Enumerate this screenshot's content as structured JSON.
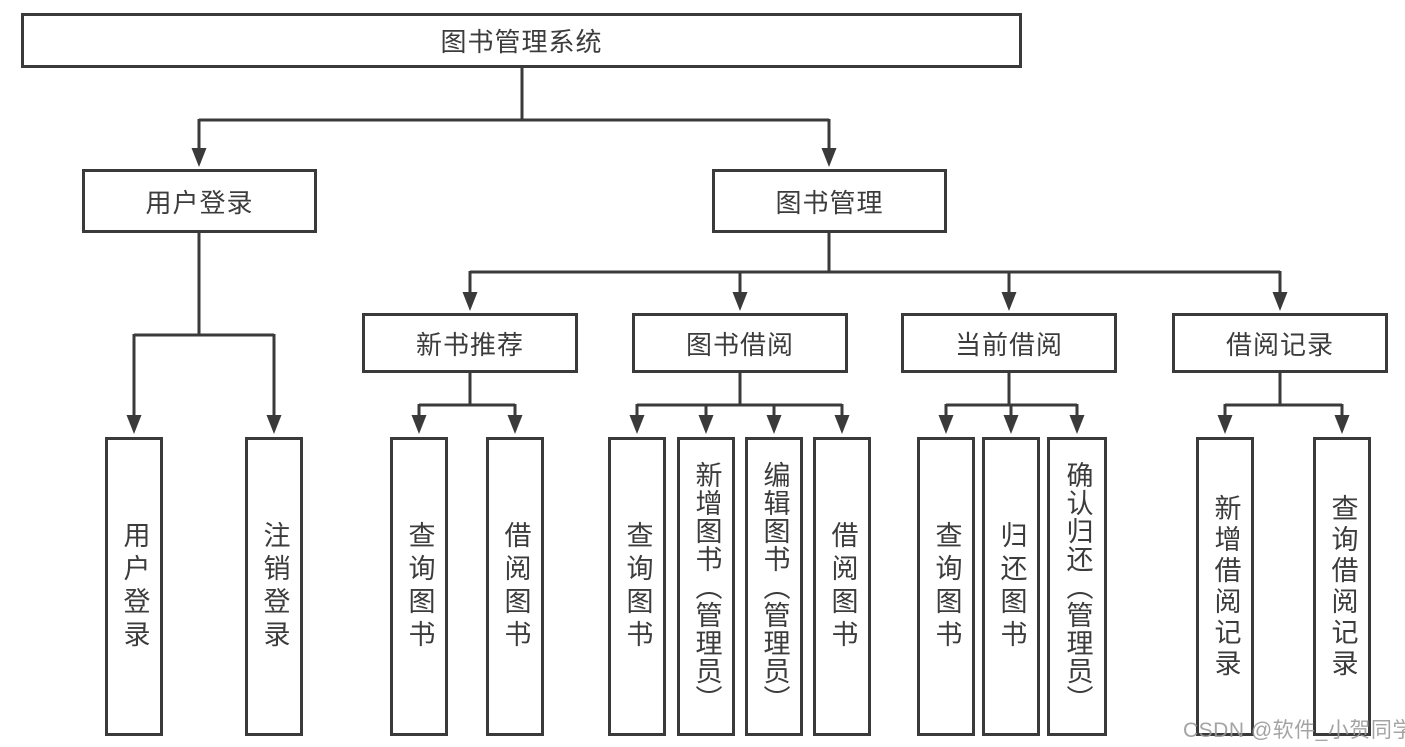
{
  "diagram": {
    "root": {
      "label": "图书管理系统"
    },
    "user_login": {
      "label": "用户登录",
      "children": [
        {
          "label": "用户登录"
        },
        {
          "label": "注销登录"
        }
      ]
    },
    "book_management": {
      "label": "图书管理",
      "sections": [
        {
          "label": "新书推荐",
          "children": [
            {
              "label": "查询图书"
            },
            {
              "label": "借阅图书"
            }
          ]
        },
        {
          "label": "图书借阅",
          "children": [
            {
              "label": "查询图书"
            },
            {
              "label": "新增图书（管理员）"
            },
            {
              "label": "编辑图书（管理员）"
            },
            {
              "label": "借阅图书"
            }
          ]
        },
        {
          "label": "当前借阅",
          "children": [
            {
              "label": "查询图书"
            },
            {
              "label": "归还图书"
            },
            {
              "label": "确认归还（管理员）"
            }
          ]
        },
        {
          "label": "借阅记录",
          "children": [
            {
              "label": "新增借阅记录"
            },
            {
              "label": "查询借阅记录"
            }
          ]
        }
      ]
    }
  },
  "watermark": {
    "text": "CSDN @软件_小贺同学"
  },
  "colors": {
    "line": "#3a3a3a",
    "text": "#3c3c3c",
    "watermark": "#9b9b9b",
    "background": "#ffffff"
  }
}
